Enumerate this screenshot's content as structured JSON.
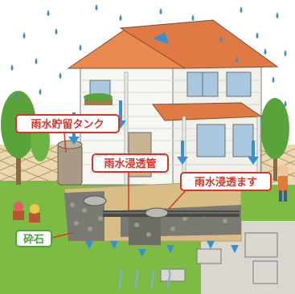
{
  "labels": {
    "tank": "雨水貯留タンク",
    "pipe": "雨水浸透管",
    "basin": "雨水浸透ます",
    "gravel": "砕石"
  },
  "colors": {
    "sky": "#ffffff",
    "rain": "#3a8fd0",
    "roof": "#e07a45",
    "wall": "#f4f4f0",
    "window": "#a9c8df",
    "grass": "#7dbb45",
    "soil": "#d8bd86",
    "gravel": "#7a7a72",
    "pipe": "#4a4a48",
    "labelBorder": "#d8352a",
    "labelText": "#d8352a",
    "gravelLabel": "#4ea43d",
    "arrow": "#3a8fd0",
    "tank": "#a99a85"
  }
}
